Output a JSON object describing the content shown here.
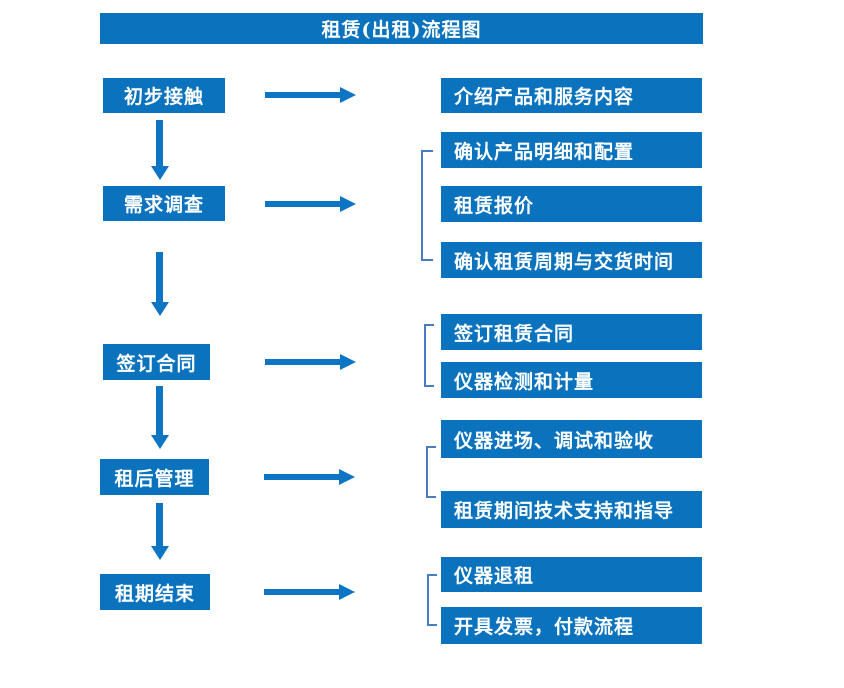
{
  "title": "租赁(出租)流程图",
  "colors": {
    "box_blue": "#0b73be",
    "arrow_blue": "#0e74c4",
    "bracket_blue": "#4a7cc2",
    "text_white": "#ffffff",
    "background": "#ffffff"
  },
  "flow": {
    "steps": [
      {
        "label": "初步接触",
        "outputs": [
          "介绍产品和服务内容"
        ]
      },
      {
        "label": "需求调查",
        "outputs": [
          "确认产品明细和配置",
          "租赁报价",
          "确认租赁周期与交货时间"
        ]
      },
      {
        "label": "签订合同",
        "outputs": [
          "签订租赁合同",
          "仪器检测和计量"
        ]
      },
      {
        "label": "租后管理",
        "outputs": [
          "仪器进场、调试和验收",
          "租赁期间技术支持和指导"
        ]
      },
      {
        "label": "租期结束",
        "outputs": [
          "仪器退租",
          "开具发票，付款流程"
        ]
      }
    ]
  }
}
